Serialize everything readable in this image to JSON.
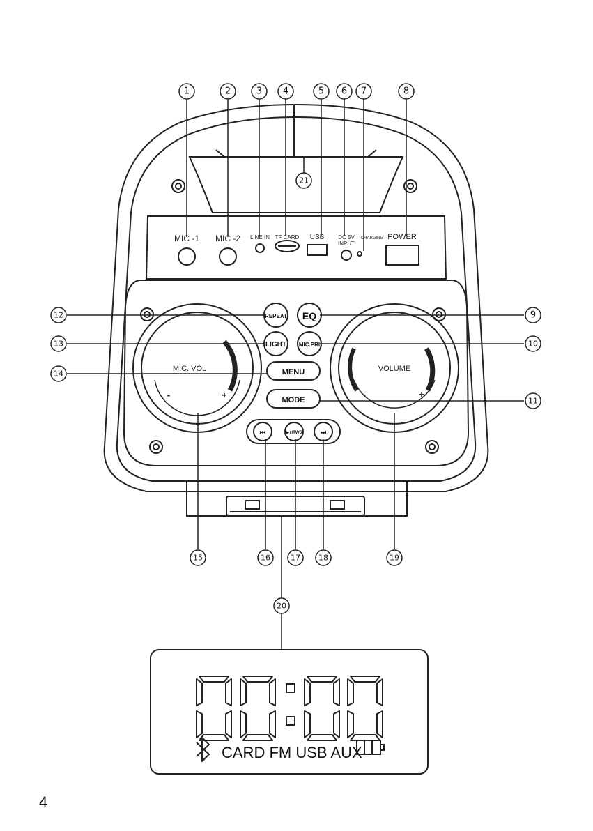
{
  "ports": {
    "mic1": "MIC -1",
    "mic2": "MIC -2",
    "line_in": "LINE IN",
    "tf_card": "TF CARD",
    "usb": "USB",
    "dc_line1": "DC 5V",
    "dc_line2": "INPUT",
    "charging": "CHARGING",
    "power": "POWER"
  },
  "buttons": {
    "repeat": "REPEAT",
    "eq": "EQ",
    "light": "LIGHT",
    "mic_pri": "MIC.PRI",
    "menu": "MENU",
    "mode": "MODE",
    "prev": "⏮",
    "play_tws": "▶॥/TWS",
    "next": "⏭"
  },
  "knobs": {
    "mic_vol": "MIC. VOL",
    "volume": "VOLUME",
    "minus": "-",
    "plus": "+"
  },
  "callouts": [
    "1",
    "2",
    "3",
    "4",
    "5",
    "6",
    "7",
    "8",
    "9",
    "10",
    "11",
    "12",
    "13",
    "14",
    "15",
    "16",
    "17",
    "18",
    "19",
    "20",
    "21"
  ],
  "lcd": {
    "sources": "CARD  FM  USB  AUX",
    "icons": [
      "bluetooth-icon",
      "battery-icon"
    ]
  },
  "page_number": "4"
}
